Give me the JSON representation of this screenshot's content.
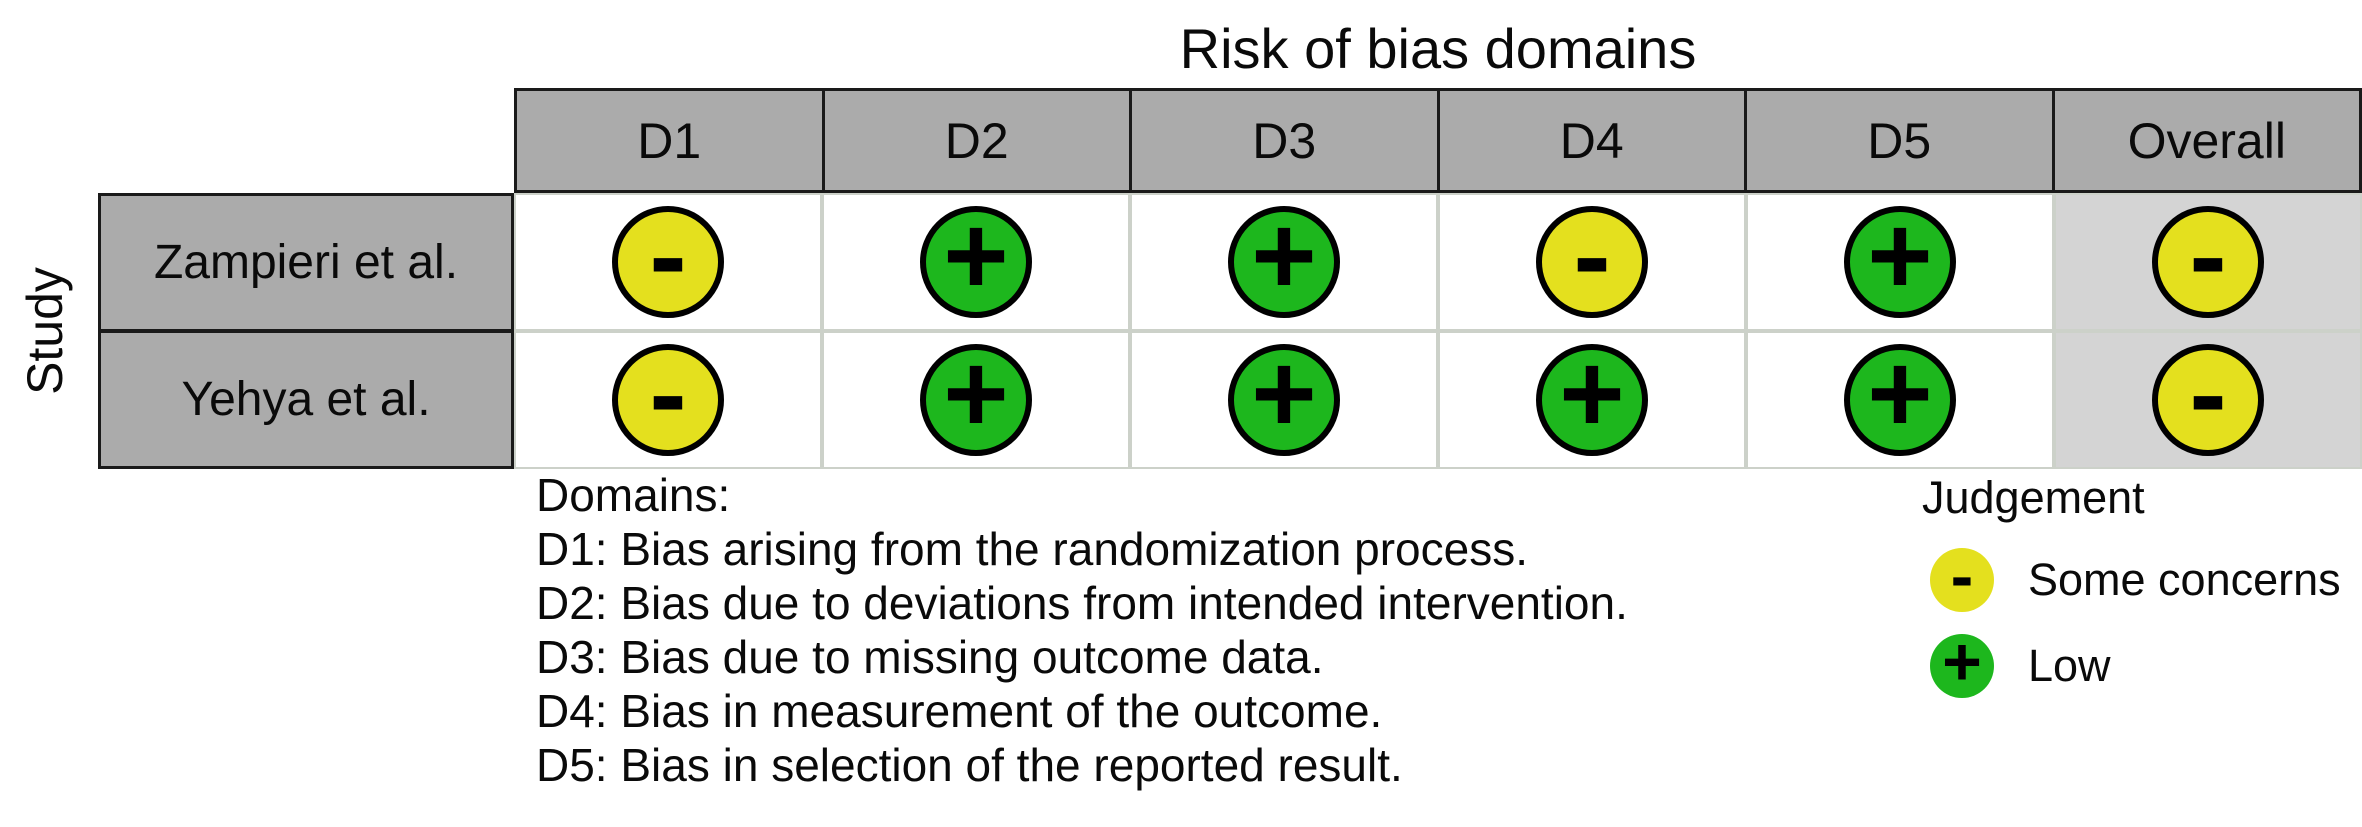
{
  "chart_data": {
    "type": "table",
    "title": "Risk of bias domains",
    "row_axis_label": "Study",
    "columns": [
      "D1",
      "D2",
      "D3",
      "D4",
      "D5",
      "Overall"
    ],
    "rows": [
      {
        "study": "Zampieri et al.",
        "judgements": [
          {
            "domain": "D1",
            "value": "Some concerns",
            "symbol": "-",
            "level": "some_concerns"
          },
          {
            "domain": "D2",
            "value": "Low",
            "symbol": "+",
            "level": "low"
          },
          {
            "domain": "D3",
            "value": "Low",
            "symbol": "+",
            "level": "low"
          },
          {
            "domain": "D4",
            "value": "Some concerns",
            "symbol": "-",
            "level": "some_concerns"
          },
          {
            "domain": "D5",
            "value": "Low",
            "symbol": "+",
            "level": "low"
          },
          {
            "domain": "Overall",
            "value": "Some concerns",
            "symbol": "-",
            "level": "some_concerns"
          }
        ]
      },
      {
        "study": "Yehya et al.",
        "judgements": [
          {
            "domain": "D1",
            "value": "Some concerns",
            "symbol": "-",
            "level": "some_concerns"
          },
          {
            "domain": "D2",
            "value": "Low",
            "symbol": "+",
            "level": "low"
          },
          {
            "domain": "D3",
            "value": "Low",
            "symbol": "+",
            "level": "low"
          },
          {
            "domain": "D4",
            "value": "Low",
            "symbol": "+",
            "level": "low"
          },
          {
            "domain": "D5",
            "value": "Low",
            "symbol": "+",
            "level": "low"
          },
          {
            "domain": "Overall",
            "value": "Some concerns",
            "symbol": "-",
            "level": "some_concerns"
          }
        ]
      }
    ],
    "footnote": {
      "heading": "Domains:",
      "items": [
        "D1: Bias arising from the randomization process.",
        "D2: Bias due to deviations from intended intervention.",
        "D3: Bias due to missing outcome data.",
        "D4: Bias in measurement of the outcome.",
        "D5: Bias in selection of the reported result."
      ]
    },
    "legend": {
      "title": "Judgement",
      "entries": [
        {
          "symbol": "-",
          "label": "Some concerns",
          "level": "some_concerns"
        },
        {
          "symbol": "+",
          "label": "Low",
          "level": "low"
        }
      ]
    },
    "grid": "on",
    "legend_position": "bottom-right"
  },
  "colors": {
    "low": "#1db71d",
    "some_concerns": "#e4e01e",
    "header_bg": "#ababab",
    "overall_bg": "#d4d4d4",
    "grid_border": "#ccd1c9",
    "frame": "#1a1a1a",
    "ring": "#000000"
  }
}
